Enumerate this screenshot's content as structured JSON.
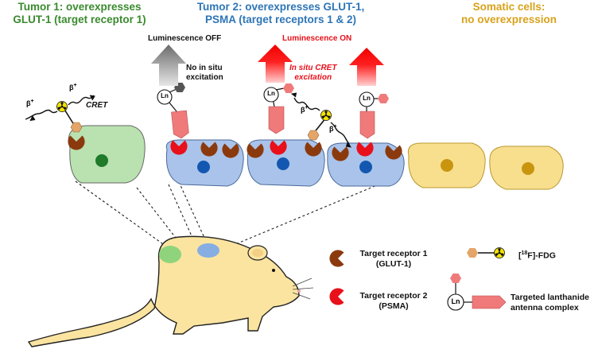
{
  "headers": {
    "tumor1": {
      "line1": "Tumor 1: overexpresses",
      "line2": "GLUT-1 (target receptor 1)",
      "color": "#3a8a2e"
    },
    "tumor2": {
      "line1": "Tumor 2: overexpresses GLUT-1,",
      "line2": "PSMA (target receptors 1 & 2)",
      "color": "#2e75b6"
    },
    "somatic": {
      "line1": "Somatic cells:",
      "line2": "no overexpression",
      "color": "#d9a21b"
    }
  },
  "annotations": {
    "lum_off": "Luminescence OFF",
    "no_excitation_1": "No in situ",
    "no_excitation_2": "excitation",
    "lum_on": "Luminescence ON",
    "cret_excitation_1": "In situ CRET",
    "cret_excitation_2": "excitation",
    "cret": "CRET",
    "beta": "β",
    "beta_sup": "+",
    "ln": "Ln"
  },
  "legend": {
    "receptor1_1": "Target receptor 1",
    "receptor1_2": "(GLUT-1)",
    "receptor2_1": "Target receptor 2",
    "receptor2_2": "(PSMA)",
    "fdg_prefix": "[",
    "fdg_sup": "18",
    "fdg_suffix": "F]-FDG",
    "antenna_1": "Targeted lanthanide",
    "antenna_2": "antenna complex"
  },
  "colors": {
    "glut1": "#8b3a0e",
    "psma": "#e8101a",
    "fdg": "#e3a56a",
    "antenna": "#f07a7a",
    "tumor1_cell": "#b9e2b0",
    "tumor1_nucleus": "#1f7a2a",
    "tumor2_cell": "#a9c3ea",
    "tumor2_nucleus": "#1457b0",
    "somatic_cell": "#f8df8e",
    "somatic_nucleus": "#c9950f",
    "mouse": "#fbe4a0",
    "arrow_off": "#808080",
    "arrow_on": "#f00000"
  }
}
